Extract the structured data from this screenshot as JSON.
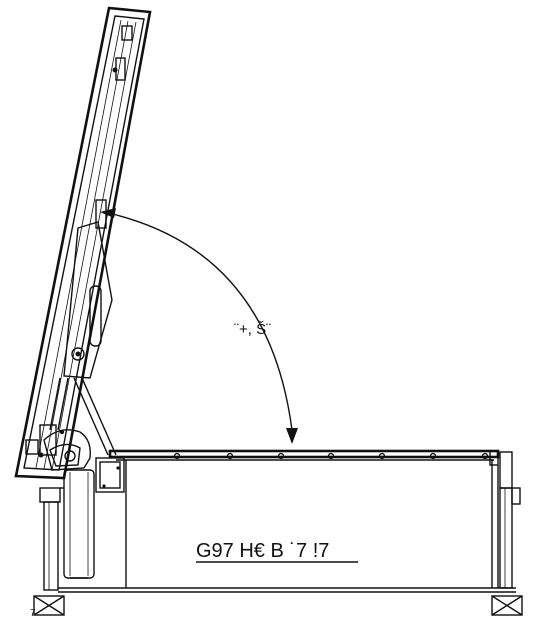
{
  "drawing": {
    "angle_label": "¨+, Š¨",
    "caption": "G97 H€ B ˙7 !7",
    "corner_mark": "7"
  }
}
